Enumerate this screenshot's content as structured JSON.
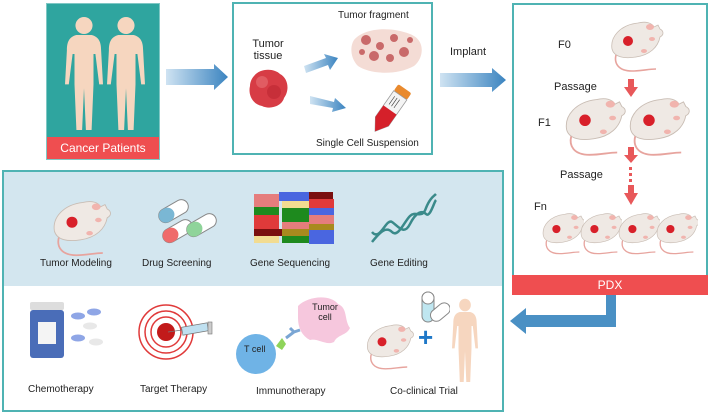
{
  "patients_panel": {
    "label": "Cancer Patients",
    "icon": "human-bodies-icon"
  },
  "processing_panel": {
    "tumor_tissue_label_line1": "Tumor",
    "tumor_tissue_label_line2": "tissue",
    "fragment_label": "Tumor fragment",
    "suspension_label": "Single Cell Suspension"
  },
  "implant_label": "Implant",
  "pdx_panel": {
    "label": "PDX",
    "generations": [
      {
        "name": "F0",
        "mice": 1
      },
      {
        "name": "F1",
        "mice": 2
      },
      {
        "name": "Fn",
        "mice": 4
      }
    ],
    "passage_label_1": "Passage",
    "passage_label_2": "Passage"
  },
  "applications": {
    "research": [
      {
        "label": "Tumor Modeling",
        "icon": "mouse-icon"
      },
      {
        "label": "Drug Screening",
        "icon": "capsules-icon"
      },
      {
        "label": "Gene Sequencing",
        "icon": "sequencing-blocks-icon"
      },
      {
        "label": "Gene Editing",
        "icon": "dna-helix-icon"
      }
    ],
    "clinical": [
      {
        "label": "Chemotherapy",
        "icon": "pill-bottle-icon"
      },
      {
        "label": "Target Therapy",
        "icon": "target-syringe-icon"
      },
      {
        "label": "Immunotherapy",
        "icon": "t-cell-tumor-icon"
      },
      {
        "label": "Co-clinical Trial",
        "icon": "mouse-plus-human-icon"
      }
    ],
    "t_cell_label": "T cell",
    "tumor_cell_label_line1": "Tumor",
    "tumor_cell_label_line2": "cell",
    "plus_symbol": "+"
  },
  "colors": {
    "teal": "#2fa59f",
    "border_teal": "#4fb3b3",
    "red_banner": "#ef4e50",
    "arrow_blue": "#4a90c4",
    "light_blue_bg": "#d3e6ef",
    "skin": "#f6d6bf",
    "passage_arrow": "#e8585a"
  }
}
